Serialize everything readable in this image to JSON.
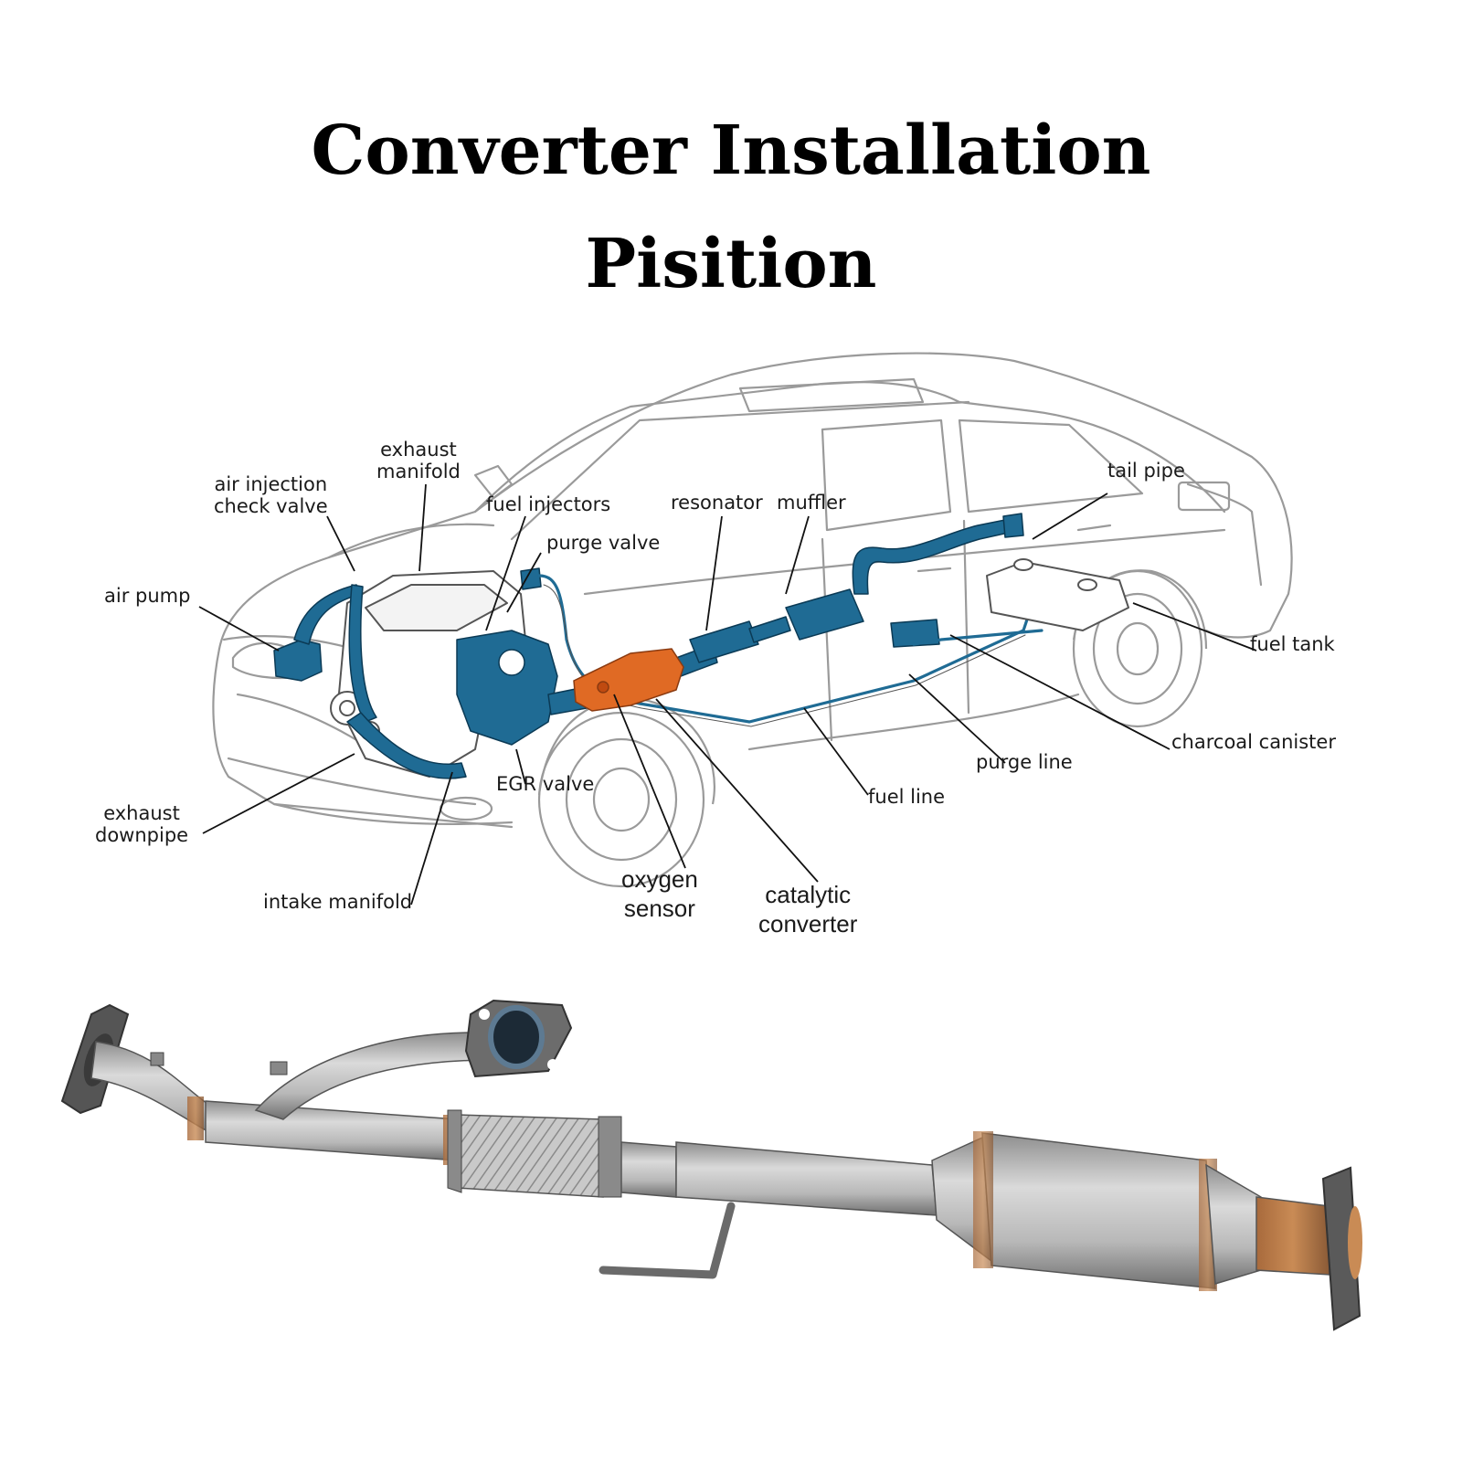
{
  "header": {
    "title_line1": "Converter Installation",
    "title_line2": "Pisition"
  },
  "colors": {
    "system_blue": "#1f6b94",
    "converter_orange": "#e06a24",
    "outline": "#9a9a9a",
    "pipe_steel": "#b9b9b9"
  },
  "labels": {
    "exhaust_manifold": [
      "exhaust",
      "manifold"
    ],
    "air_injection_check_valve": [
      "air injection",
      "check valve"
    ],
    "fuel_injectors": "fuel injectors",
    "purge_valve": "purge valve",
    "resonator": "resonator",
    "muffler": "muffler",
    "tail_pipe": "tail pipe",
    "air_pump": "air pump",
    "fuel_tank": "fuel tank",
    "charcoal_canister": "charcoal canister",
    "purge_line": "purge line",
    "fuel_line": "fuel line",
    "egr_valve": "EGR valve",
    "exhaust_downpipe": [
      "exhaust",
      "downpipe"
    ],
    "intake_manifold": "intake manifold",
    "oxygen_sensor": [
      "oxygen",
      "sensor"
    ],
    "catalytic_converter": [
      "catalytic",
      "converter"
    ]
  }
}
